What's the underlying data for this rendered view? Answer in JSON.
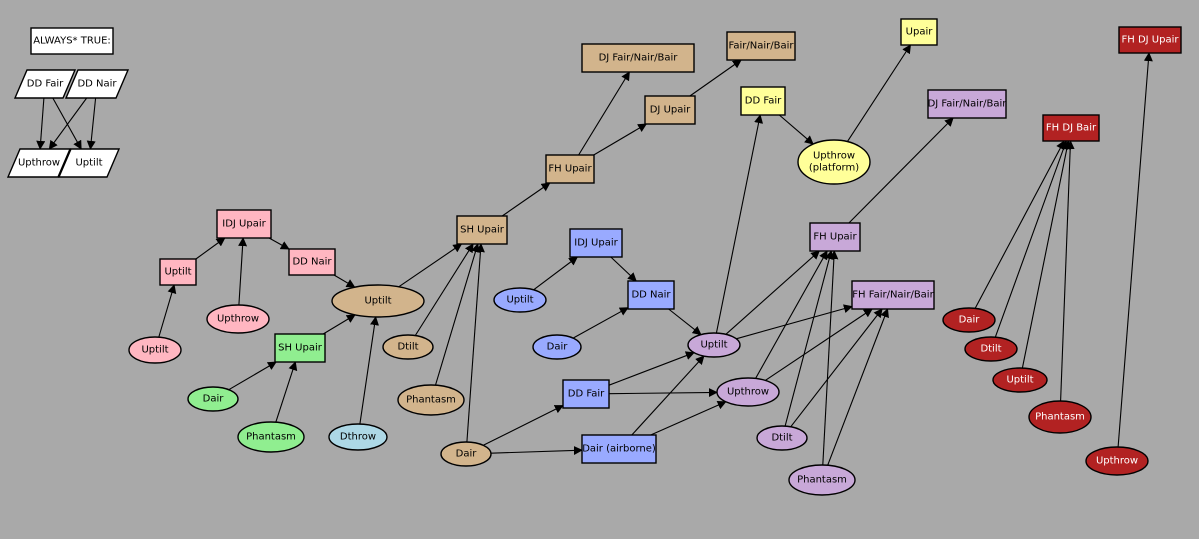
{
  "palette": {
    "white": "#ffffff",
    "pink": "#ffb6c1",
    "green": "#90ee90",
    "lightblue": "#add8e6",
    "tan": "#d2b48c",
    "blue": "#99aaff",
    "yellow": "#ffff99",
    "lavender": "#c8a8d8",
    "red": "#b22222",
    "white_text": "#ffffff",
    "black_text": "#000000"
  },
  "nodes": [
    {
      "id": "always_true",
      "label": "ALWAYS* TRUE:",
      "shape": "box",
      "color": "white"
    },
    {
      "id": "dd_fair_w",
      "label": "DD Fair",
      "shape": "para",
      "color": "white"
    },
    {
      "id": "dd_nair_w",
      "label": "DD Nair",
      "shape": "para",
      "color": "white"
    },
    {
      "id": "upthrow_w",
      "label": "Upthrow",
      "shape": "para",
      "color": "white"
    },
    {
      "id": "uptilt_w",
      "label": "Uptilt",
      "shape": "para",
      "color": "white"
    },
    {
      "id": "uptilt_pk_box",
      "label": "Uptilt",
      "shape": "box",
      "color": "pink"
    },
    {
      "id": "idj_upair_pk",
      "label": "IDJ Upair",
      "shape": "box",
      "color": "pink"
    },
    {
      "id": "dd_nair_pk",
      "label": "DD Nair",
      "shape": "box",
      "color": "pink"
    },
    {
      "id": "upthrow_pk",
      "label": "Upthrow",
      "shape": "ellipse",
      "color": "pink"
    },
    {
      "id": "uptilt_pk_ell",
      "label": "Uptilt",
      "shape": "ellipse",
      "color": "pink"
    },
    {
      "id": "sh_upair_gr",
      "label": "SH Upair",
      "shape": "box",
      "color": "green"
    },
    {
      "id": "dair_gr",
      "label": "Dair",
      "shape": "ellipse",
      "color": "green"
    },
    {
      "id": "phantasm_gr",
      "label": "Phantasm",
      "shape": "ellipse",
      "color": "green"
    },
    {
      "id": "dthrow_lb",
      "label": "Dthrow",
      "shape": "ellipse",
      "color": "lightblue"
    },
    {
      "id": "uptilt_tan",
      "label": "Uptilt",
      "shape": "ellipse",
      "color": "tan"
    },
    {
      "id": "dtilt_tan",
      "label": "Dtilt",
      "shape": "ellipse",
      "color": "tan"
    },
    {
      "id": "phantasm_tan",
      "label": "Phantasm",
      "shape": "ellipse",
      "color": "tan"
    },
    {
      "id": "dair_tan",
      "label": "Dair",
      "shape": "ellipse",
      "color": "tan"
    },
    {
      "id": "sh_upair_tan",
      "label": "SH Upair",
      "shape": "box",
      "color": "tan"
    },
    {
      "id": "fh_upair_tan",
      "label": "FH Upair",
      "shape": "box",
      "color": "tan"
    },
    {
      "id": "dj_upair_tan",
      "label": "DJ Upair",
      "shape": "box",
      "color": "tan"
    },
    {
      "id": "dj_fnb_tan",
      "label": "DJ Fair/Nair/Bair",
      "shape": "box",
      "color": "tan"
    },
    {
      "id": "fnb_tan",
      "label": "Fair/Nair/Bair",
      "shape": "box",
      "color": "tan"
    },
    {
      "id": "idj_upair_bl",
      "label": "IDJ Upair",
      "shape": "box",
      "color": "blue"
    },
    {
      "id": "uptilt_bl",
      "label": "Uptilt",
      "shape": "ellipse",
      "color": "blue"
    },
    {
      "id": "dd_nair_bl",
      "label": "DD Nair",
      "shape": "box",
      "color": "blue"
    },
    {
      "id": "dair_bl",
      "label": "Dair",
      "shape": "ellipse",
      "color": "blue"
    },
    {
      "id": "dd_fair_bl",
      "label": "DD Fair",
      "shape": "box",
      "color": "blue"
    },
    {
      "id": "dair_airborne_bl",
      "label": "Dair (airborne)",
      "shape": "box",
      "color": "blue"
    },
    {
      "id": "upair_ye",
      "label": "Upair",
      "shape": "box",
      "color": "yellow"
    },
    {
      "id": "dd_fair_ye",
      "label": "DD Fair",
      "shape": "box",
      "color": "yellow"
    },
    {
      "id": "upthrow_plat_ye",
      "label": "Upthrow",
      "label2": "(platform)",
      "shape": "ellipse",
      "color": "yellow"
    },
    {
      "id": "uptilt_lv",
      "label": "Uptilt",
      "shape": "ellipse",
      "color": "lavender"
    },
    {
      "id": "upthrow_lv",
      "label": "Upthrow",
      "shape": "ellipse",
      "color": "lavender"
    },
    {
      "id": "dtilt_lv",
      "label": "Dtilt",
      "shape": "ellipse",
      "color": "lavender"
    },
    {
      "id": "phantasm_lv",
      "label": "Phantasm",
      "shape": "ellipse",
      "color": "lavender"
    },
    {
      "id": "fh_upair_lv",
      "label": "FH Upair",
      "shape": "box",
      "color": "lavender"
    },
    {
      "id": "fh_fnb_lv",
      "label": "FH Fair/Nair/Bair",
      "shape": "box",
      "color": "lavender"
    },
    {
      "id": "dj_fnb_lv",
      "label": "DJ Fair/Nair/Bair",
      "shape": "box",
      "color": "lavender"
    },
    {
      "id": "fh_dj_upair_rd",
      "label": "FH DJ Upair",
      "shape": "box",
      "color": "red"
    },
    {
      "id": "fh_dj_bair_rd",
      "label": "FH DJ Bair",
      "shape": "box",
      "color": "red"
    },
    {
      "id": "dair_rd",
      "label": "Dair",
      "shape": "ellipse",
      "color": "red"
    },
    {
      "id": "dtilt_rd",
      "label": "Dtilt",
      "shape": "ellipse",
      "color": "red"
    },
    {
      "id": "uptilt_rd",
      "label": "Uptilt",
      "shape": "ellipse",
      "color": "red"
    },
    {
      "id": "phantasm_rd",
      "label": "Phantasm",
      "shape": "ellipse",
      "color": "red"
    },
    {
      "id": "upthrow_rd",
      "label": "Upthrow",
      "shape": "ellipse",
      "color": "red"
    }
  ],
  "edges": [
    [
      "dd_fair_w",
      "upthrow_w"
    ],
    [
      "dd_fair_w",
      "uptilt_w"
    ],
    [
      "dd_nair_w",
      "upthrow_w"
    ],
    [
      "dd_nair_w",
      "uptilt_w"
    ],
    [
      "uptilt_pk_ell",
      "uptilt_pk_box"
    ],
    [
      "uptilt_pk_box",
      "idj_upair_pk"
    ],
    [
      "upthrow_pk",
      "idj_upair_pk"
    ],
    [
      "idj_upair_pk",
      "dd_nair_pk"
    ],
    [
      "dd_nair_pk",
      "uptilt_tan"
    ],
    [
      "dair_gr",
      "sh_upair_gr"
    ],
    [
      "phantasm_gr",
      "sh_upair_gr"
    ],
    [
      "sh_upair_gr",
      "uptilt_tan"
    ],
    [
      "dthrow_lb",
      "uptilt_tan"
    ],
    [
      "uptilt_tan",
      "sh_upair_tan"
    ],
    [
      "dtilt_tan",
      "sh_upair_tan"
    ],
    [
      "phantasm_tan",
      "sh_upair_tan"
    ],
    [
      "dair_tan",
      "sh_upair_tan"
    ],
    [
      "sh_upair_tan",
      "fh_upair_tan"
    ],
    [
      "fh_upair_tan",
      "dj_upair_tan"
    ],
    [
      "fh_upair_tan",
      "dj_fnb_tan"
    ],
    [
      "dj_upair_tan",
      "fnb_tan"
    ],
    [
      "uptilt_bl",
      "idj_upair_bl"
    ],
    [
      "idj_upair_bl",
      "dd_nair_bl"
    ],
    [
      "dair_bl",
      "dd_nair_bl"
    ],
    [
      "dd_nair_bl",
      "uptilt_lv"
    ],
    [
      "dair_tan",
      "dd_fair_bl"
    ],
    [
      "dair_tan",
      "dair_airborne_bl"
    ],
    [
      "dd_fair_bl",
      "uptilt_lv"
    ],
    [
      "dd_fair_bl",
      "upthrow_lv"
    ],
    [
      "dair_airborne_bl",
      "uptilt_lv"
    ],
    [
      "dair_airborne_bl",
      "upthrow_lv"
    ],
    [
      "uptilt_lv",
      "dd_fair_ye"
    ],
    [
      "dd_fair_ye",
      "upthrow_plat_ye"
    ],
    [
      "upthrow_plat_ye",
      "upair_ye"
    ],
    [
      "uptilt_lv",
      "fh_upair_lv"
    ],
    [
      "uptilt_lv",
      "fh_fnb_lv"
    ],
    [
      "upthrow_lv",
      "fh_upair_lv"
    ],
    [
      "upthrow_lv",
      "fh_fnb_lv"
    ],
    [
      "dtilt_lv",
      "fh_upair_lv"
    ],
    [
      "dtilt_lv",
      "fh_fnb_lv"
    ],
    [
      "phantasm_lv",
      "fh_upair_lv"
    ],
    [
      "phantasm_lv",
      "fh_fnb_lv"
    ],
    [
      "fh_upair_lv",
      "dj_fnb_lv"
    ],
    [
      "dair_rd",
      "fh_dj_bair_rd"
    ],
    [
      "dtilt_rd",
      "fh_dj_bair_rd"
    ],
    [
      "uptilt_rd",
      "fh_dj_bair_rd"
    ],
    [
      "phantasm_rd",
      "fh_dj_bair_rd"
    ],
    [
      "upthrow_rd",
      "fh_dj_upair_rd"
    ]
  ]
}
